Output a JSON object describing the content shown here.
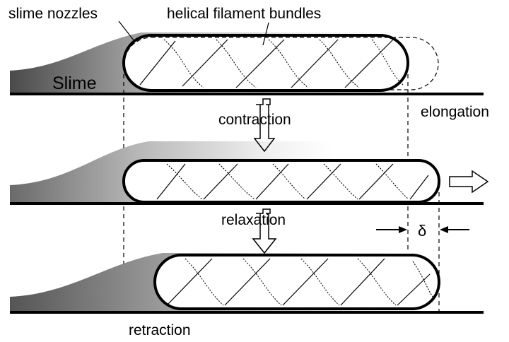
{
  "labels": {
    "slime_nozzles": "slime nozzles",
    "helical_filament_bundles": "helical filament bundles",
    "slime": "Slime",
    "contraction": "contraction",
    "elongation": "elongation",
    "relaxation": "relaxation",
    "delta": "δ",
    "retraction": "retraction"
  },
  "colors": {
    "ink": "#000000",
    "slime_dark": "#5a5a5a",
    "slime_light": "#ffffff",
    "background": "#ffffff"
  }
}
